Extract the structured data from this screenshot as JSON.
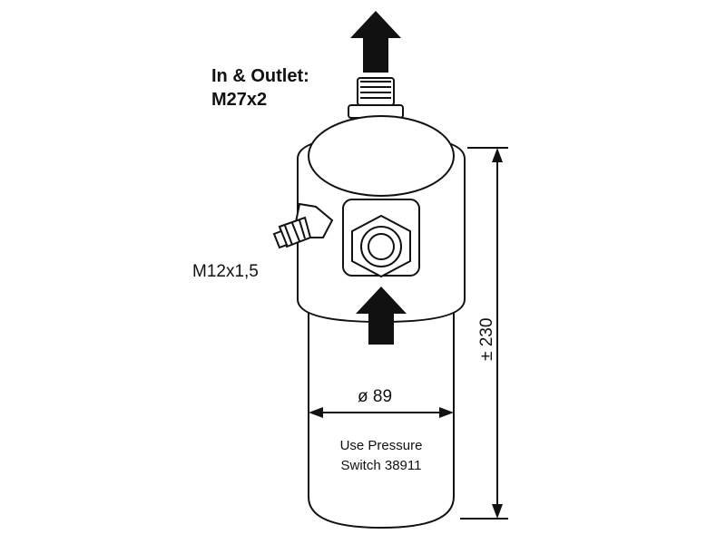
{
  "labels": {
    "inlet_outlet_line1": "In & Outlet:",
    "inlet_outlet_line2": "M27x2",
    "side_port": "M12x1,5",
    "diameter": "ø 89",
    "height": "± 230",
    "note_line1": "Use Pressure",
    "note_line2": "Switch 38911"
  },
  "colors": {
    "line": "#111111",
    "fill": "#ffffff",
    "arrow": "#111111"
  }
}
